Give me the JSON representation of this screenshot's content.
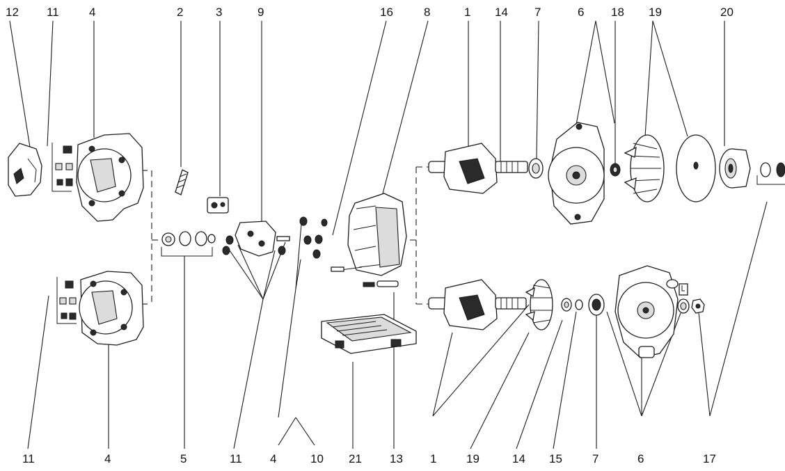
{
  "callouts": {
    "top": {
      "c12": "12",
      "c11": "11",
      "c4": "4",
      "c2": "2",
      "c3": "3",
      "c9": "9",
      "c16": "16",
      "c8": "8",
      "c1": "1",
      "c14": "14",
      "c7": "7",
      "c6": "6",
      "c18": "18",
      "c19": "19",
      "c20": "20"
    },
    "bottom": {
      "c11a": "11",
      "c4a": "4",
      "c5": "5",
      "c11b": "11",
      "c4b": "4",
      "c10": "10",
      "c21": "21",
      "c13": "13",
      "c1": "1",
      "c19": "19",
      "c14": "14",
      "c15": "15",
      "c7": "7",
      "c6": "6",
      "c17": "17"
    }
  }
}
